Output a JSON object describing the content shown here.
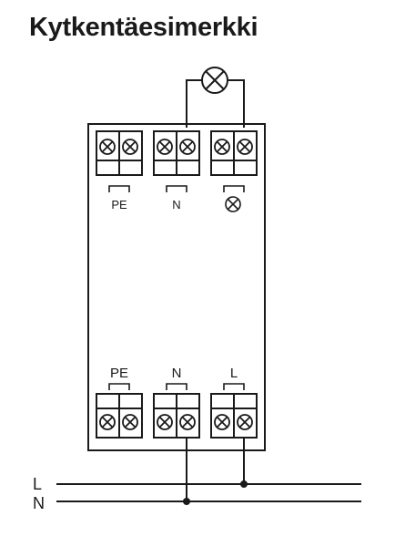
{
  "title": "Kytkentäesimerkki",
  "top_terminals": [
    {
      "label": "PE",
      "symbol": null
    },
    {
      "label": "N",
      "symbol": null
    },
    {
      "label": "",
      "symbol": "lamp-icon"
    }
  ],
  "bottom_terminals": [
    {
      "label": "PE"
    },
    {
      "label": "N"
    },
    {
      "label": "L"
    }
  ],
  "bus_lines": [
    {
      "label": "L"
    },
    {
      "label": "N"
    }
  ],
  "load_symbol": "lamp-icon"
}
